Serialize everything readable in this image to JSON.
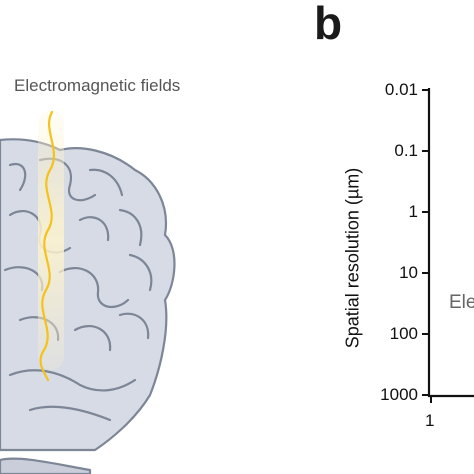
{
  "panel_b": {
    "letter": "b"
  },
  "panel_a": {
    "field_label": "Electromagnetic fields"
  },
  "chart_data": {
    "type": "scatter",
    "title": "",
    "ylabel": "Spatial resolution (µm)",
    "xlabel": "",
    "yscale": "log",
    "y_ticks": [
      "0.01",
      "0.1",
      "1",
      "10",
      "100",
      "1000"
    ],
    "x_ticks": [
      "1"
    ],
    "y_axis_inverted": true,
    "region_labels": [
      "Ele"
    ]
  },
  "colors": {
    "brain_fill": "#d7dbe5",
    "brain_stroke": "#7d8696",
    "field_wave": "#f5c21b",
    "field_glow": "#fbf2cf",
    "axis": "#111111"
  }
}
